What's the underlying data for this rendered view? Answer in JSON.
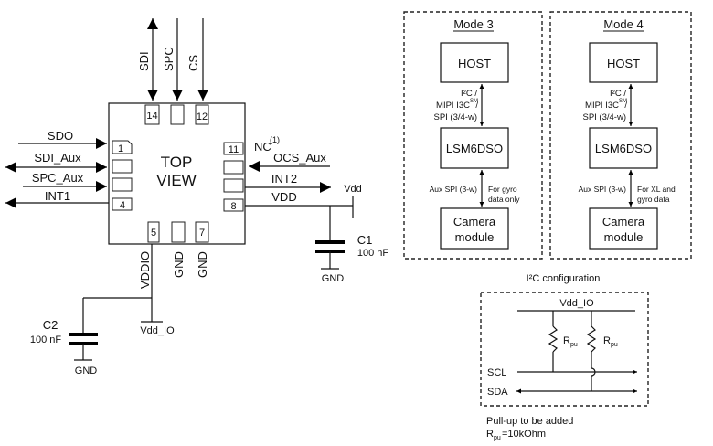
{
  "pinout": {
    "chip_label_line1": "TOP",
    "chip_label_line2": "VIEW",
    "pins": {
      "p1": "1",
      "p4": "4",
      "p5": "5",
      "p7": "7",
      "p8": "8",
      "p11": "11",
      "p12": "12",
      "p14": "14"
    },
    "signals": {
      "sdi": "SDI",
      "spc": "SPC",
      "cs": "CS",
      "sdo": "SDO",
      "sdi_aux": "SDI_Aux",
      "spc_aux": "SPC_Aux",
      "int1": "INT1",
      "nc": "NC",
      "nc_note": "(1)",
      "ocs_aux": "OCS_Aux",
      "int2": "INT2",
      "vdd": "VDD",
      "vddio": "VDDIO",
      "gnd_a": "GND",
      "gnd_b": "GND"
    },
    "power": {
      "vdd_rail": "Vdd",
      "vdd_io_rail": "Vdd_IO",
      "c1_name": "C1",
      "c1_value": "100 nF",
      "c1_gnd": "GND",
      "c2_name": "C2",
      "c2_value": "100 nF",
      "c2_gnd": "GND"
    }
  },
  "modes": [
    {
      "title": "Mode 3",
      "host": "HOST",
      "device": "LSM6DSO",
      "camera_line1": "Camera",
      "camera_line2": "module",
      "bus_line1": "I²C /",
      "bus_line2a": "MIPI I3C",
      "bus_line2sup": "SM",
      "bus_line2b": "/",
      "bus_line3": "SPI (3/4-w)",
      "aux_label": "Aux SPI (3-w)",
      "aux_note_line1": "For gyro",
      "aux_note_line2": "data only"
    },
    {
      "title": "Mode 4",
      "host": "HOST",
      "device": "LSM6DSO",
      "camera_line1": "Camera",
      "camera_line2": "module",
      "bus_line1": "I²C /",
      "bus_line2a": "MIPI I3C",
      "bus_line2sup": "SM",
      "bus_line2b": "/",
      "bus_line3": "SPI (3/4-w)",
      "aux_label": "Aux SPI (3-w)",
      "aux_note_line1": "For XL and",
      "aux_note_line2": "gyro data"
    }
  ],
  "i2c": {
    "title": "I²C configuration",
    "rail": "Vdd_IO",
    "resistor_main": "R",
    "resistor_sub": "pu",
    "scl": "SCL",
    "sda": "SDA",
    "note_line1": "Pull-up to be added",
    "note_line2_main": "R",
    "note_line2_sub": "pu",
    "note_line2_rest": "=10kOhm"
  }
}
